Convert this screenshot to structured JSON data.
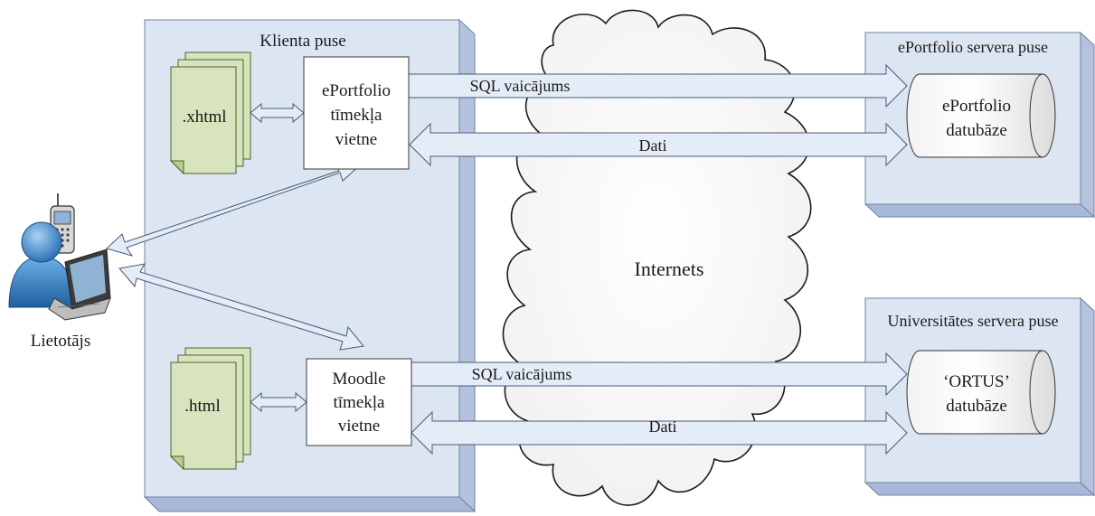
{
  "diagram": {
    "client_side": {
      "title": "Klienta puse",
      "eportfolio_site": {
        "line1": "ePortfolio",
        "line2": "tīmekļa",
        "line3": "vietne"
      },
      "moodle_site": {
        "line1": "Moodle",
        "line2": "tīmekļa",
        "line3": "vietne"
      },
      "xhtml_doc": ".xhtml",
      "html_doc": ".html"
    },
    "internet_label": "Internets",
    "user_label": "Lietotājs",
    "eportfolio_server": {
      "title": "ePortfolio servera puse",
      "db_line1": "ePortfolio",
      "db_line2": "datubāze"
    },
    "university_server": {
      "title": "Universitātes servera puse",
      "db_line1": "‘ORTUS’",
      "db_line2": "datubāze"
    },
    "arrows": {
      "sql_top": "SQL vaicājums",
      "data_top": "Dati",
      "sql_bottom": "SQL vaicājums",
      "data_bottom": "Dati"
    },
    "colors": {
      "panel_fill": "#dce6f2",
      "panel_edge": "#b2c1dd",
      "doc_fill": "#d7e4bd",
      "arrow_fill": "#e4ecf7",
      "stroke": "#4a5a75"
    }
  }
}
